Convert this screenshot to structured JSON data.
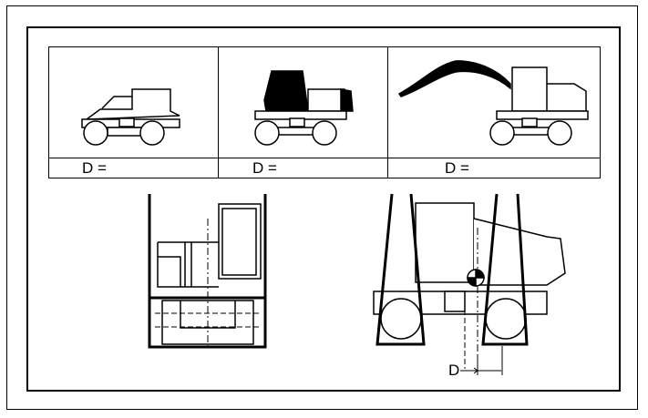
{
  "table": {
    "labels": [
      "D =",
      "D =",
      "D ="
    ]
  },
  "dimension": {
    "label": "D"
  },
  "colors": {
    "ink": "#000000",
    "paper": "#ffffff"
  }
}
